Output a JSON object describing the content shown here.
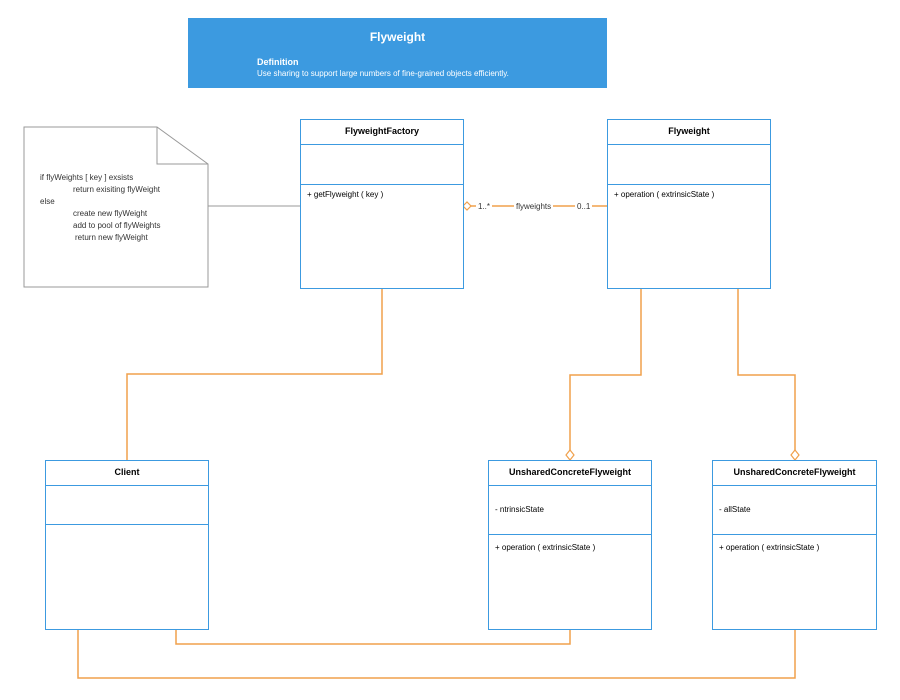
{
  "header": {
    "title": "Flyweight",
    "definition_label": "Definition",
    "definition_text": "Use sharing to support large numbers of fine-grained objects efficiently."
  },
  "note": {
    "lines": [
      "if flyWeights [ key ] exsists",
      "return exisiting flyWeight",
      "else",
      "create new flyWeight",
      "add to pool of flyWeights",
      "return new flyWeight"
    ]
  },
  "classes": {
    "flyweight_factory": {
      "name": "FlyweightFactory",
      "operations": [
        "+ getFlyweight ( key )"
      ]
    },
    "flyweight": {
      "name": "Flyweight",
      "operations": [
        "+ operation ( extrinsicState )"
      ]
    },
    "client": {
      "name": "Client"
    },
    "unshared_left": {
      "name": "UnsharedConcreteFlyweight",
      "attributes": [
        "- ntrinsicState"
      ],
      "operations": [
        "+ operation ( extrinsicState )"
      ]
    },
    "unshared_right": {
      "name": "UnsharedConcreteFlyweight",
      "attributes": [
        "- allState"
      ],
      "operations": [
        "+ operation ( extrinsicState )"
      ]
    }
  },
  "association": {
    "source_multiplicity": "1..*",
    "role": "flyweights",
    "target_multiplicity": "0..1"
  },
  "colors": {
    "accent": "#3c9ae0",
    "connector": "#f0a04b",
    "note_border": "#999999"
  }
}
